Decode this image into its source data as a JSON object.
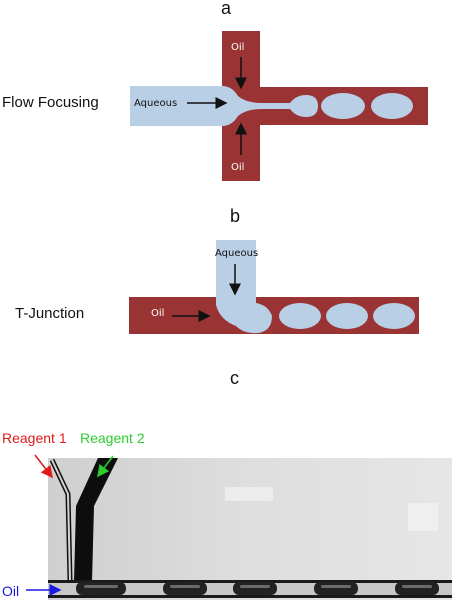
{
  "panels": {
    "a": {
      "letter": "a",
      "title": "Flow Focusing",
      "label_aqueous": "Aqueous",
      "label_oil_top": "Oil",
      "label_oil_bottom": "Oil"
    },
    "b": {
      "letter": "b",
      "title": "T-Junction",
      "label_aqueous": "Aqueous",
      "label_oil": "Oil"
    },
    "c": {
      "letter": "c",
      "label_reagent1": "Reagent 1",
      "label_reagent2": "Reagent 2",
      "label_oil": "Oil"
    }
  },
  "colors": {
    "oil_channel": "#9a3333",
    "aqueous": "#b9cfe6",
    "reagent1": "#e01a1a",
    "reagent2": "#2ecc2e",
    "oil_arrow": "#1a1ae0",
    "photo_bg": "#d9d9d9"
  }
}
